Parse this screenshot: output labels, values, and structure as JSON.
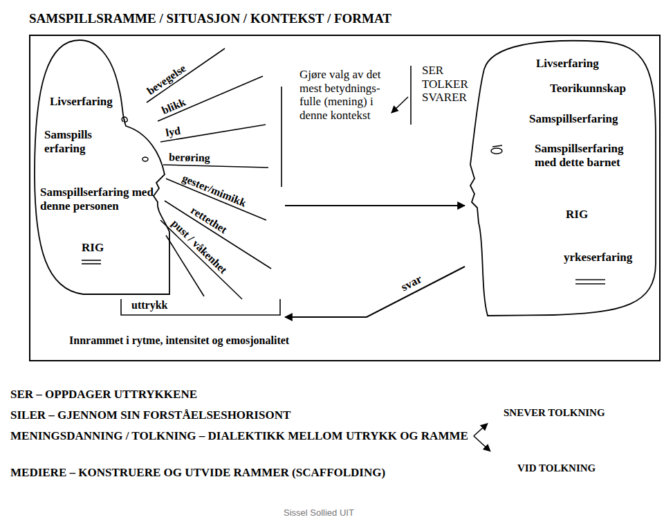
{
  "diagram": {
    "title": "SAMSPILLSRAMME / SITUASJON / KONTEKST / FORMAT",
    "nodes": [
      {
        "text": [
          "Innrammet i rytme, intensitet og emosjonalitet"
        ]
      },
      {
        "text": [
          "Livserfaring",
          "Samspills erfaring",
          "Samspillserfaring med denne personen",
          "RIG"
        ],
        "in": 0
      },
      {
        "text": [
          "Livserfaring",
          "Teorikunnskap",
          "Samspillserfaring",
          "Samspillserfaring med dette barnet",
          "RIG",
          "yrkeserfaring"
        ],
        "in": 0
      }
    ],
    "edges": [
      {
        "from": 1,
        "to": 2,
        "arrow": "to"
      },
      {
        "from": 2,
        "to": 1,
        "label": "svar",
        "arrow": "to"
      }
    ],
    "labels": [
      "bevegelse",
      "blikk",
      "lyd",
      "berøring",
      "gester/mimikk",
      "rettethet",
      "pust / våkenhet",
      "uttrykk",
      "Gjøre valg av det mest betydnings- fulle (mening) i denne kontekst",
      "SER TOLKER SVARER",
      "SER – OPPDAGER UTTRYKKENE",
      "SILER – GJENNOM SIN FORSTÅELSESHORISONT",
      "MENINGSDANNING / TOLKNING – DIALEKTIKK MELLOM UTRYKK OG RAMME",
      "SNEVER TOLKNING",
      "VID TOLKNING",
      "MEDIERE – KONSTRUERE OG UTVIDE RAMMER (SCAFFOLDING)",
      "Sissel Sollied UIT"
    ]
  }
}
